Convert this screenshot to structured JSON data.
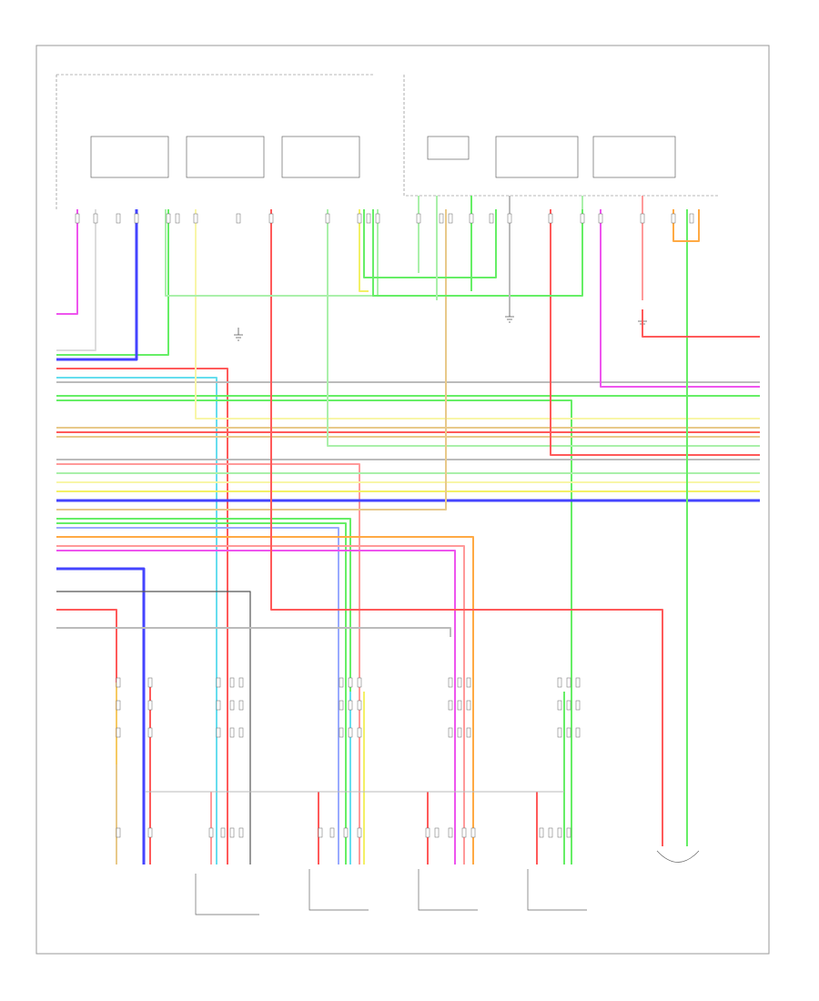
{
  "diagram": {
    "title": "",
    "footer_code": "",
    "colors": {
      "red": "#ff5a5a",
      "pink": "#ff9a9a",
      "green": "#66ee66",
      "light_green": "#aaf0aa",
      "blue": "#4444ff",
      "light_blue": "#99aaff",
      "yellow": "#f3f066",
      "light_yellow": "#f8f6a8",
      "magenta": "#ee55ee",
      "cyan": "#66ddee",
      "orange": "#ffaa44",
      "tan": "#e8c98a",
      "gray": "#bbbbbb",
      "white_wire": "#dcdcdc",
      "black": "#555555"
    },
    "components": [
      {
        "name": "component-1",
        "label": ""
      },
      {
        "name": "component-2",
        "label": ""
      },
      {
        "name": "component-3",
        "label": ""
      },
      {
        "name": "component-4",
        "label": ""
      },
      {
        "name": "component-5",
        "label": ""
      },
      {
        "name": "component-6",
        "label": ""
      }
    ]
  }
}
